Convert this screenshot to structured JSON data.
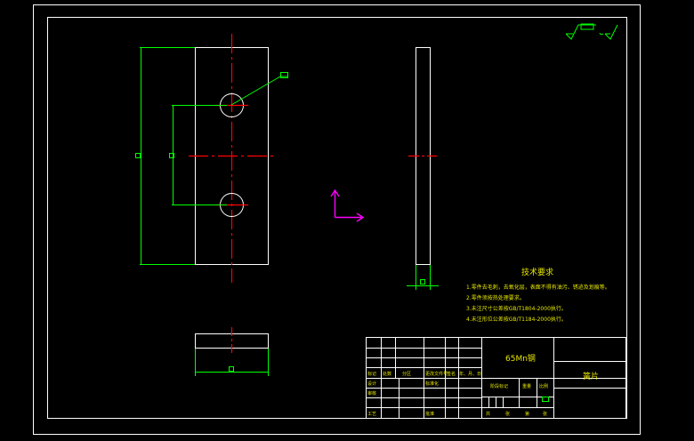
{
  "tech_requirements": {
    "title": "技术要求",
    "items": [
      "1.零件去毛刺，去氧化层，表面不得有油污、锈迹及划痕等。",
      "2.零件须按热处理要求。",
      "3.未注尺寸公差按GB/T1804-2000执行。",
      "4.未注形位公差按GB/T1184-2000执行。"
    ]
  },
  "title_block": {
    "material": "65Mn钢",
    "part_name": "簧片",
    "labels": {
      "mark": "标记",
      "count": "处数",
      "zone": "分区",
      "change_doc": "更改文件号",
      "signature": "签名",
      "date": "年、月、日",
      "design": "设计",
      "standardize": "标准化",
      "stage_mark": "阶段标记",
      "weight": "重量",
      "scale": "比例",
      "review": "审核",
      "process": "工艺",
      "approve": "批准",
      "sheets_total": "共",
      "sheets_of": "张",
      "sheet_num": "第",
      "sheet_unit": "张"
    }
  },
  "colors": {
    "frame": "#ffffff",
    "dimension": "#00ff00",
    "centerline": "#ff0000",
    "ucs": "#ff00ff",
    "text": "#e6e600",
    "symbol": "#00ff00"
  }
}
